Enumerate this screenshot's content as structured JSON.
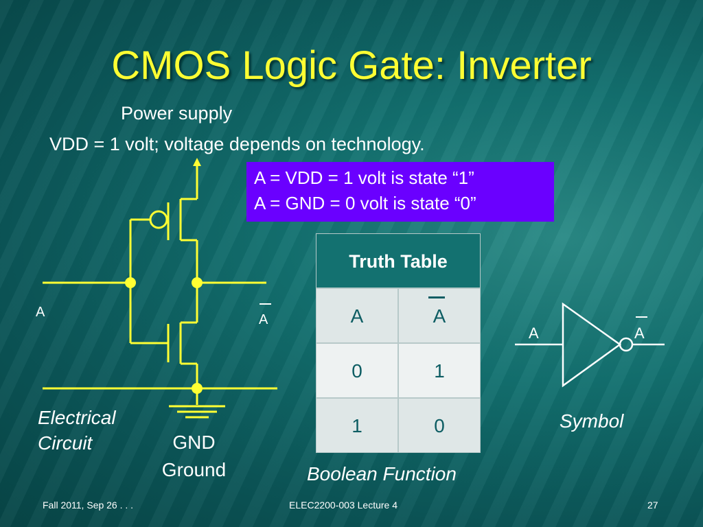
{
  "slide": {
    "title": "CMOS Logic Gate: Inverter",
    "power_supply": "Power supply",
    "vdd_line": "VDD = 1 volt; voltage depends on technology.",
    "state_1": "A = VDD = 1 volt is state “1”",
    "state_0": "A = GND = 0 volt is state “0”"
  },
  "circuit": {
    "input_label": "A",
    "output_label": "A",
    "caption": "Electrical Circuit",
    "gnd": "GND",
    "ground": "Ground"
  },
  "truth_table": {
    "title": "Truth Table",
    "headers": [
      "A",
      "A"
    ],
    "rows": [
      [
        "0",
        "1"
      ],
      [
        "1",
        "0"
      ]
    ],
    "caption": "Boolean Function"
  },
  "symbol": {
    "input_label": "A",
    "output_label": "A",
    "caption": "Symbol"
  },
  "footer": {
    "left": "Fall 2011, Sep 26 . . .",
    "center": "ELEC2200-003 Lecture 4",
    "page": "27"
  },
  "colors": {
    "title": "#ffff33",
    "wire": "#ffff33",
    "state_box": "#6a00ff",
    "background": "#0c5a5c"
  }
}
